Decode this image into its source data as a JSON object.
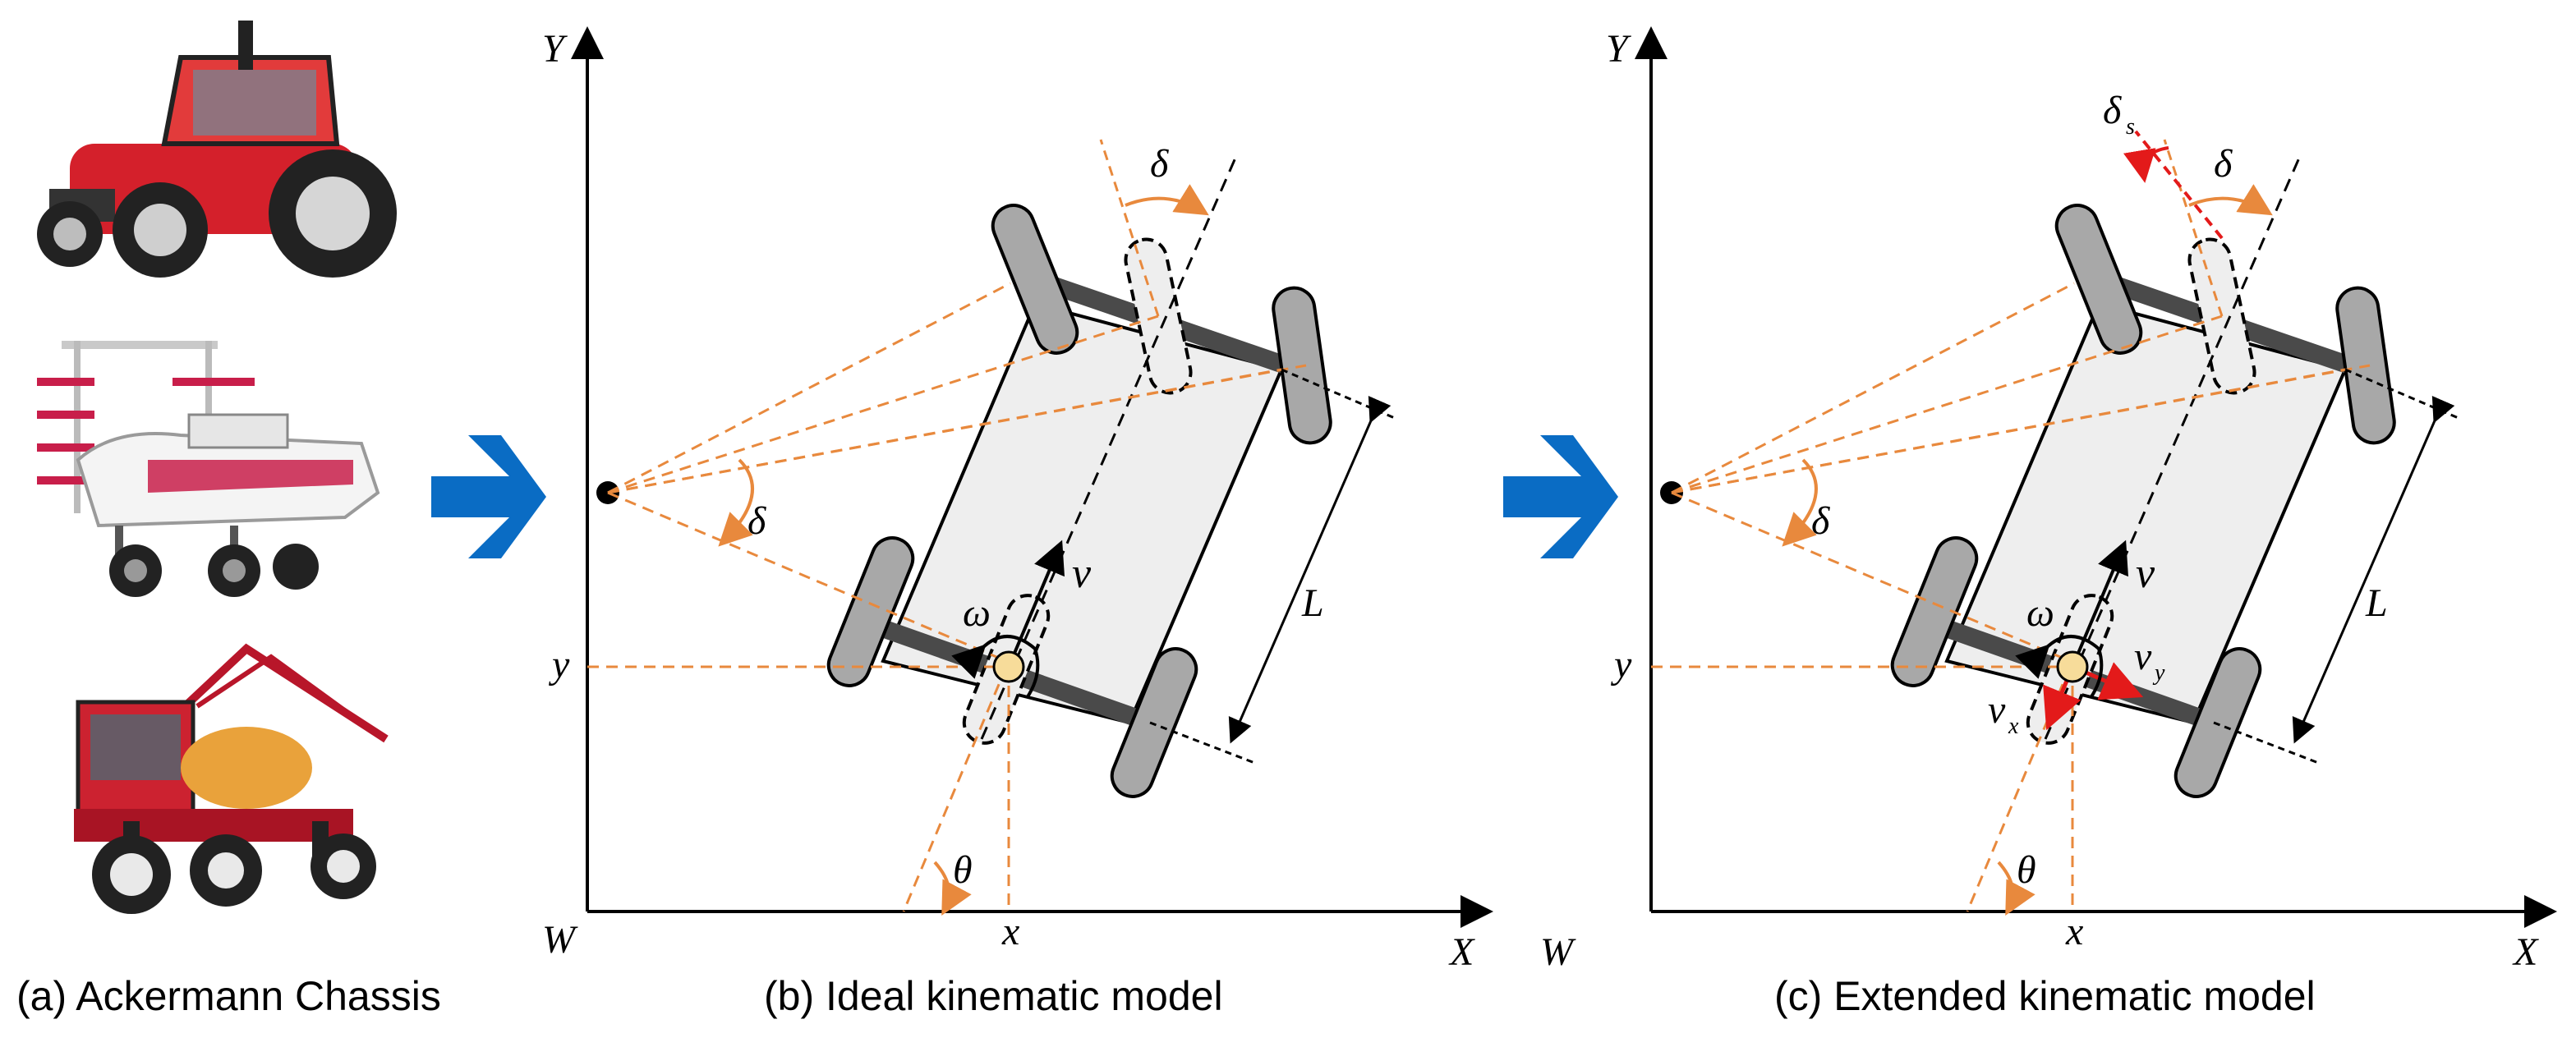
{
  "captions": {
    "a": "(a) Ackermann Chassis",
    "b": "(b) Ideal kinematic model",
    "c": "(c) Extended kinematic model"
  },
  "panel_b": {
    "labels": {
      "axis_y": "Y",
      "axis_x": "X",
      "origin": "W",
      "delta_front": "δ",
      "delta_pivot": "δ",
      "v": "v",
      "omega": "ω",
      "L": "L",
      "y": "y",
      "x": "x",
      "theta": "θ"
    }
  },
  "panel_c": {
    "labels": {
      "axis_y": "Y",
      "axis_x": "X",
      "origin": "W",
      "delta_front": "δ",
      "delta_pivot": "δ",
      "delta_s": "δ",
      "delta_s_sub": "s",
      "v": "v",
      "omega": "ω",
      "L": "L",
      "vx": "v",
      "vx_sub": "x",
      "vy": "v",
      "vy_sub": "y",
      "y": "y",
      "x": "x",
      "theta": "θ"
    }
  },
  "vehicles": [
    {
      "name": "tractor",
      "body_color": "#d4202b"
    },
    {
      "name": "rice-transplanter",
      "body_color": "#c81e4a"
    },
    {
      "name": "self-propelled-sprayer",
      "body_color": "#b8162a"
    }
  ],
  "colors": {
    "arrow_blue": "#0a6cc4",
    "orange": "#e8893d",
    "wheel": "#a8a8a8",
    "axle": "#4a4a4a",
    "body": "#eeeeee",
    "center": "#f7dc9a",
    "red": "#e31a1a"
  }
}
